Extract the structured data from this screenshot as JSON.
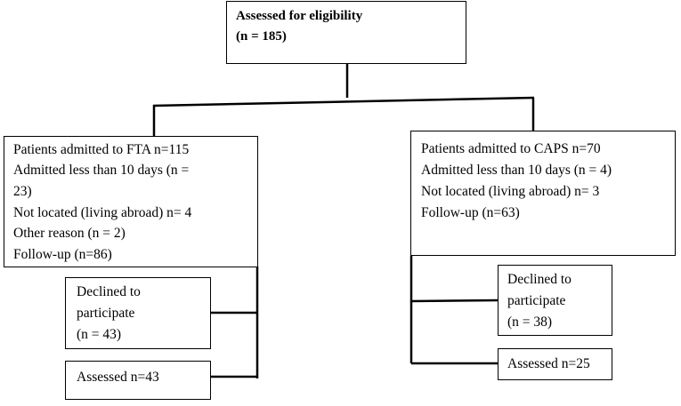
{
  "top": {
    "line1": "Assessed for eligibility",
    "line2": "(n = 185)"
  },
  "left": {
    "lines": [
      "Patients admitted to FTA n=115",
      "Admitted less than 10 days (n =",
      "23)",
      "Not located (living abroad) n= 4",
      "Other reason (n = 2)",
      "Follow-up (n=86)"
    ],
    "declined": [
      "Declined to",
      "participate",
      "(n = 43)"
    ],
    "assessed": "Assessed n=43"
  },
  "right": {
    "lines": [
      "Patients admitted to CAPS n=70",
      "Admitted less than 10 days (n = 4)",
      "Not located (living abroad) n= 3",
      "Follow-up (n=63)"
    ],
    "declined": [
      "Declined to",
      "participate",
      "(n = 38)"
    ],
    "assessed": "Assessed n=25"
  }
}
